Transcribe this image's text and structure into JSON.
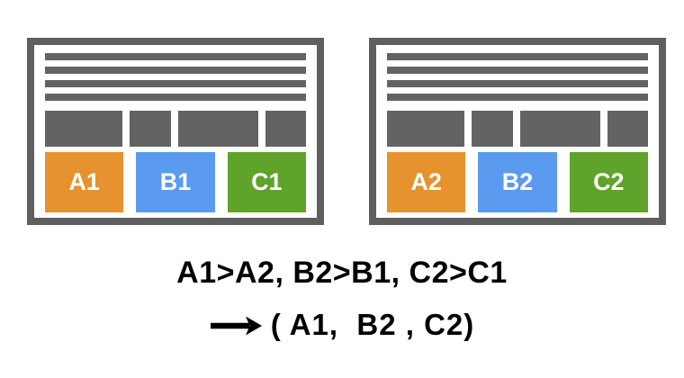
{
  "colors": {
    "background": "#ffffff",
    "panel_border": "#5f5f5f",
    "placeholder_gray": "#636363",
    "module_label": "#ffffff",
    "caption_text": "#000000"
  },
  "panels": [
    {
      "id": "page-1",
      "modules": [
        {
          "label": "A1",
          "color": "#e6922e"
        },
        {
          "label": "B1",
          "color": "#5b9bef"
        },
        {
          "label": "C1",
          "color": "#5fa32b"
        }
      ]
    },
    {
      "id": "page-2",
      "modules": [
        {
          "label": "A2",
          "color": "#e6922e"
        },
        {
          "label": "B2",
          "color": "#5b9bef"
        },
        {
          "label": "C2",
          "color": "#5fa32b"
        }
      ]
    }
  ],
  "caption": {
    "comparison": "A1>A2, B2>B1, C2>C1",
    "result": "( A1,  B2 , C2)"
  }
}
